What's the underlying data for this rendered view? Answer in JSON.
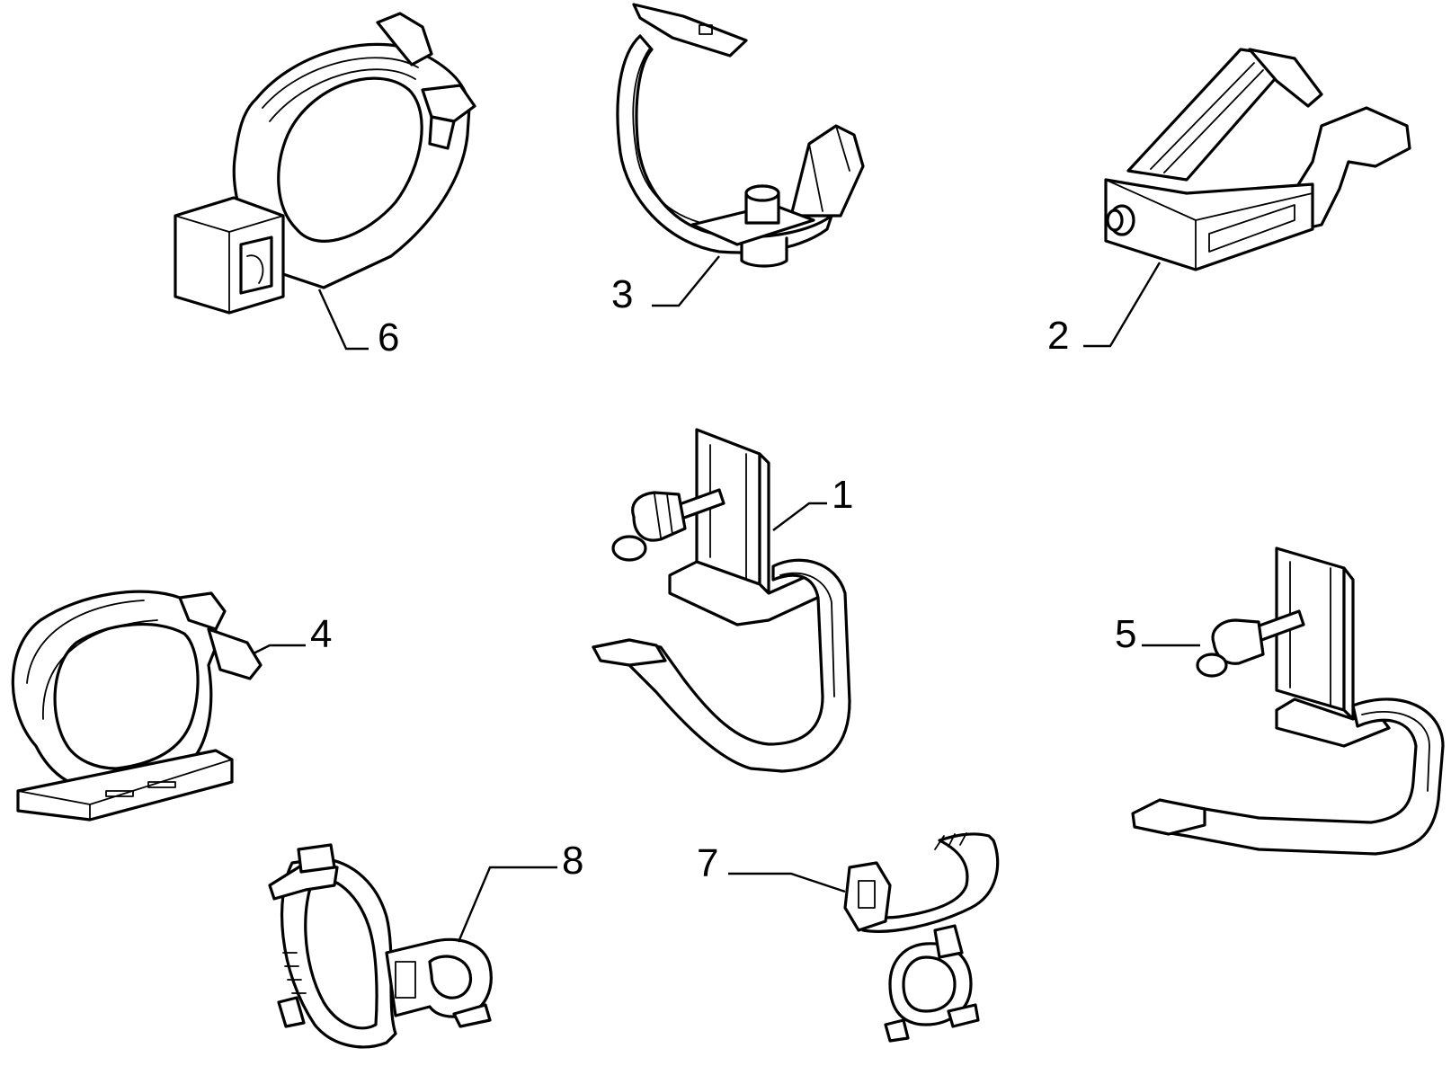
{
  "diagram": {
    "callouts": [
      {
        "id": "part-1",
        "label": "1"
      },
      {
        "id": "part-2",
        "label": "2"
      },
      {
        "id": "part-3",
        "label": "3"
      },
      {
        "id": "part-4",
        "label": "4"
      },
      {
        "id": "part-5",
        "label": "5"
      },
      {
        "id": "part-6",
        "label": "6"
      },
      {
        "id": "part-7",
        "label": "7"
      },
      {
        "id": "part-8",
        "label": "8"
      }
    ]
  },
  "colors": {
    "line": "#000000",
    "background": "#ffffff"
  }
}
